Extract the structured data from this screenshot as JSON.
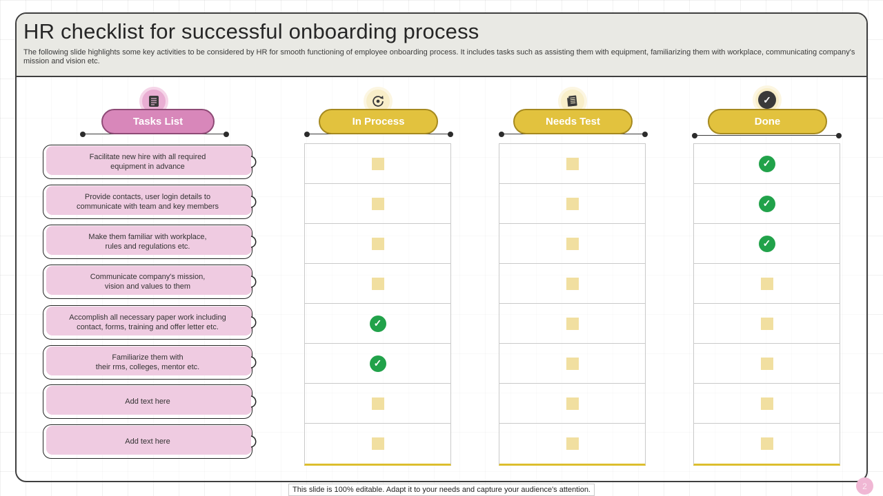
{
  "slide": {
    "title": "HR checklist for successful onboarding process",
    "subtitle": "The following slide highlights some key activities to be considered by HR for smooth functioning of employee onboarding process. It includes tasks such as assisting them with equipment, familiarizing them with workplace, communicating company's mission and vision etc.",
    "footer_note": "This slide is 100% editable.  Adapt it to your needs and capture your audience's attention.",
    "page_number": "2"
  },
  "board": {
    "tasks_column": {
      "header": "Tasks List",
      "icon": "checklist-icon",
      "items": [
        "Facilitate new hire with all required\nequipment in advance",
        "Provide contacts, user login details to\ncommunicate with team and key members",
        "Make them familiar with workplace,\nrules and regulations etc.",
        "Communicate company's mission,\nvision and values to them",
        "Accomplish all necessary paper work including\ncontact, forms, training and offer letter etc.",
        "Familiarize them with\ntheir rms, colleges, mentor etc.",
        "Add text here",
        "Add text here"
      ]
    },
    "status_columns": [
      {
        "header": "In Process",
        "icon": "sync-icon",
        "cells": [
          "unchecked",
          "unchecked",
          "unchecked",
          "unchecked",
          "checked",
          "checked",
          "unchecked",
          "unchecked"
        ]
      },
      {
        "header": "Needs Test",
        "icon": "document-icon",
        "cells": [
          "unchecked",
          "unchecked",
          "unchecked",
          "unchecked",
          "unchecked",
          "unchecked",
          "unchecked",
          "unchecked"
        ]
      },
      {
        "header": "Done",
        "icon": "check-circle-icon",
        "cells": [
          "checked",
          "checked",
          "checked",
          "unchecked",
          "unchecked",
          "unchecked",
          "unchecked",
          "unchecked"
        ]
      }
    ]
  },
  "colors": {
    "pink_accent": "#d887ba",
    "pink_light": "#efcbe1",
    "gold_accent": "#e2c23e",
    "gold_light": "#f1dfa0",
    "green_check": "#21a24a",
    "header_band": "#e9e9e4"
  }
}
